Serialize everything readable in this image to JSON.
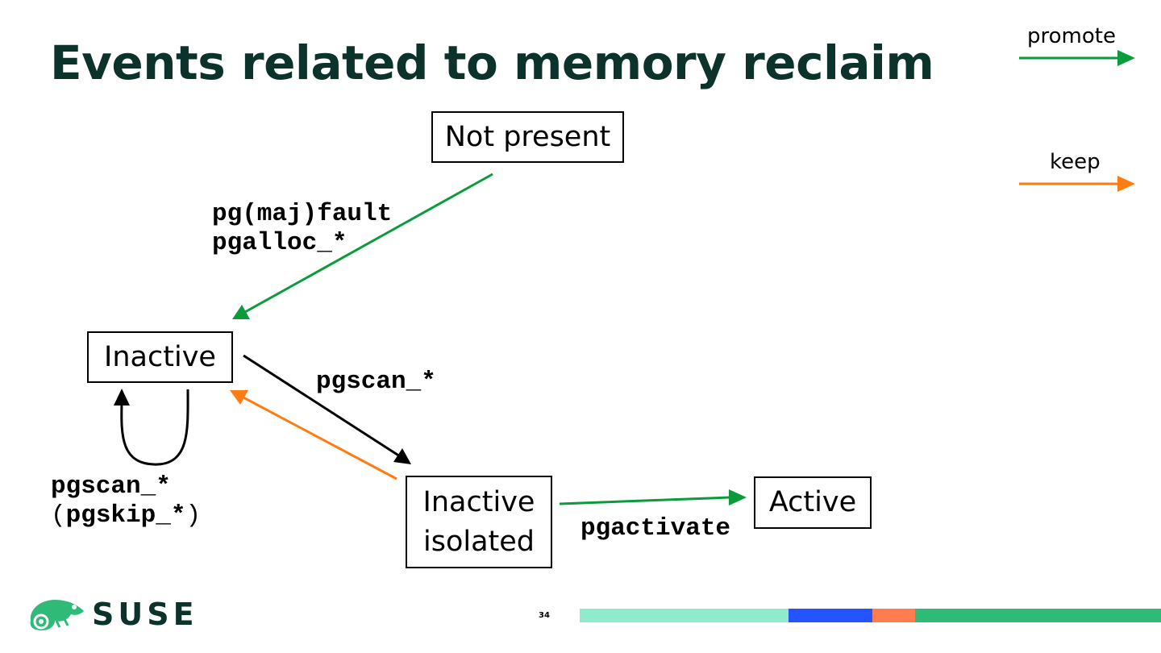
{
  "slide": {
    "title": "Events related to memory reclaim",
    "page_number": "34"
  },
  "legend": {
    "items": [
      {
        "label": "promote",
        "color": "#0c9b3c"
      },
      {
        "label": "keep",
        "color": "#fe7c12"
      }
    ]
  },
  "states": {
    "not_present": "Not present",
    "inactive": "Inactive",
    "inactive_isolated_line1": "Inactive",
    "inactive_isolated_line2": "isolated",
    "active": "Active"
  },
  "edges": {
    "fault_line1": "pg(maj)fault",
    "fault_line2": "pgalloc_*",
    "scan": "pgscan_*",
    "loop_line1": "pgscan_*",
    "loop_line2_open": "(",
    "loop_line2_main": "pgskip_*",
    "loop_line2_close": ")",
    "activate": "pgactivate"
  },
  "colors": {
    "promote": "#0c9b3c",
    "keep": "#fe7c12",
    "neutral": "#000000",
    "title": "#0c322c",
    "footer_bar": [
      "#90ebcd",
      "#2453ff",
      "#fe7c4d",
      "#30ba78"
    ]
  },
  "logo": {
    "text": "SUSE",
    "icon": "chameleon-icon"
  }
}
